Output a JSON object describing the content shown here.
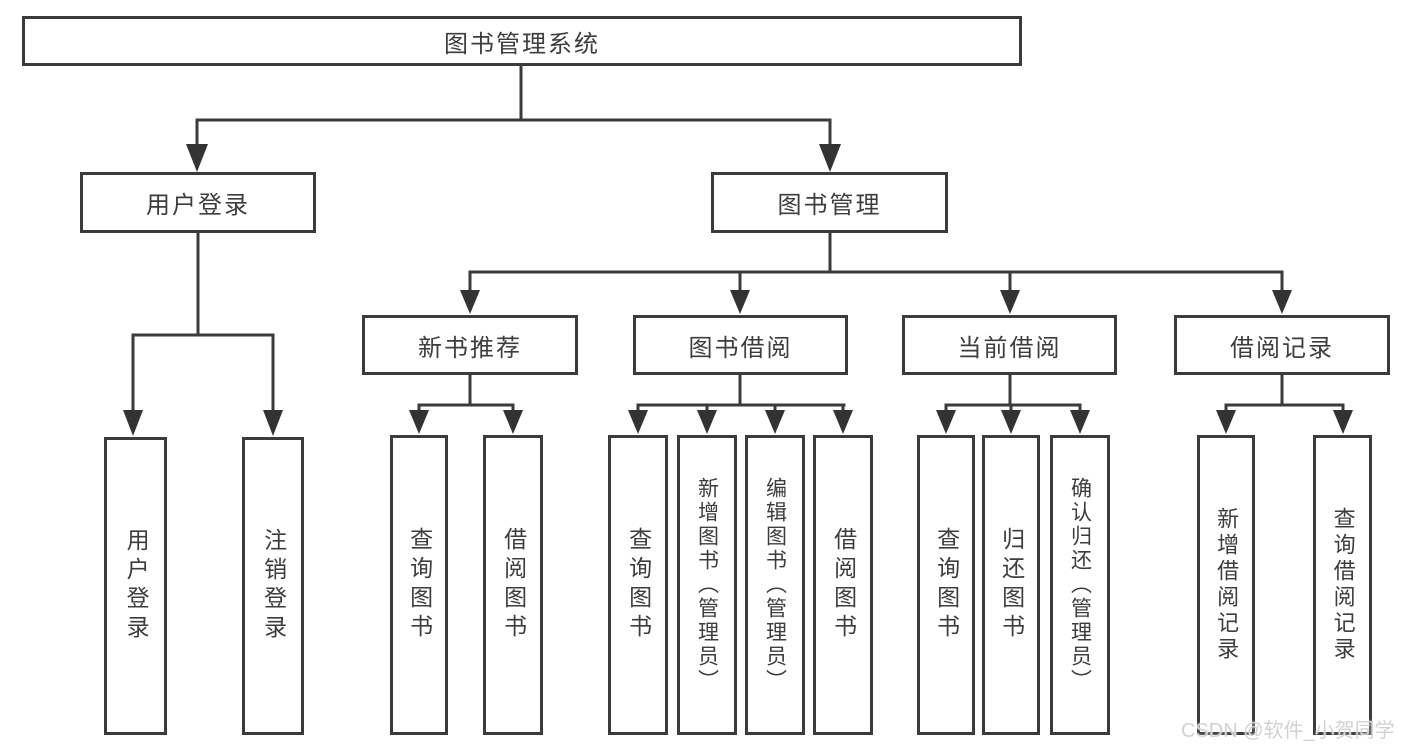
{
  "tree": {
    "label": "图书管理系统",
    "children": [
      {
        "label": "用户登录",
        "children": [
          {
            "label": "用户登录"
          },
          {
            "label": "注销登录"
          }
        ]
      },
      {
        "label": "图书管理",
        "children": [
          {
            "label": "新书推荐",
            "children": [
              {
                "label": "查询图书"
              },
              {
                "label": "借阅图书"
              }
            ]
          },
          {
            "label": "图书借阅",
            "children": [
              {
                "label": "查询图书"
              },
              {
                "label": "新增图书（管理员）"
              },
              {
                "label": "编辑图书（管理员）"
              },
              {
                "label": "借阅图书"
              }
            ]
          },
          {
            "label": "当前借阅",
            "children": [
              {
                "label": "查询图书"
              },
              {
                "label": "归还图书"
              },
              {
                "label": "确认归还（管理员）"
              }
            ]
          },
          {
            "label": "借阅记录",
            "children": [
              {
                "label": "新增借阅记录"
              },
              {
                "label": "查询借阅记录"
              }
            ]
          }
        ]
      }
    ]
  },
  "watermark": {
    "text": "CSDN @软件_小贺同学"
  },
  "colors": {
    "line": "#3b3b3b",
    "box_border": "#3b3b3b",
    "text": "#3d3d3d",
    "background": "#ffffff",
    "watermark": "#d2d2d2"
  }
}
